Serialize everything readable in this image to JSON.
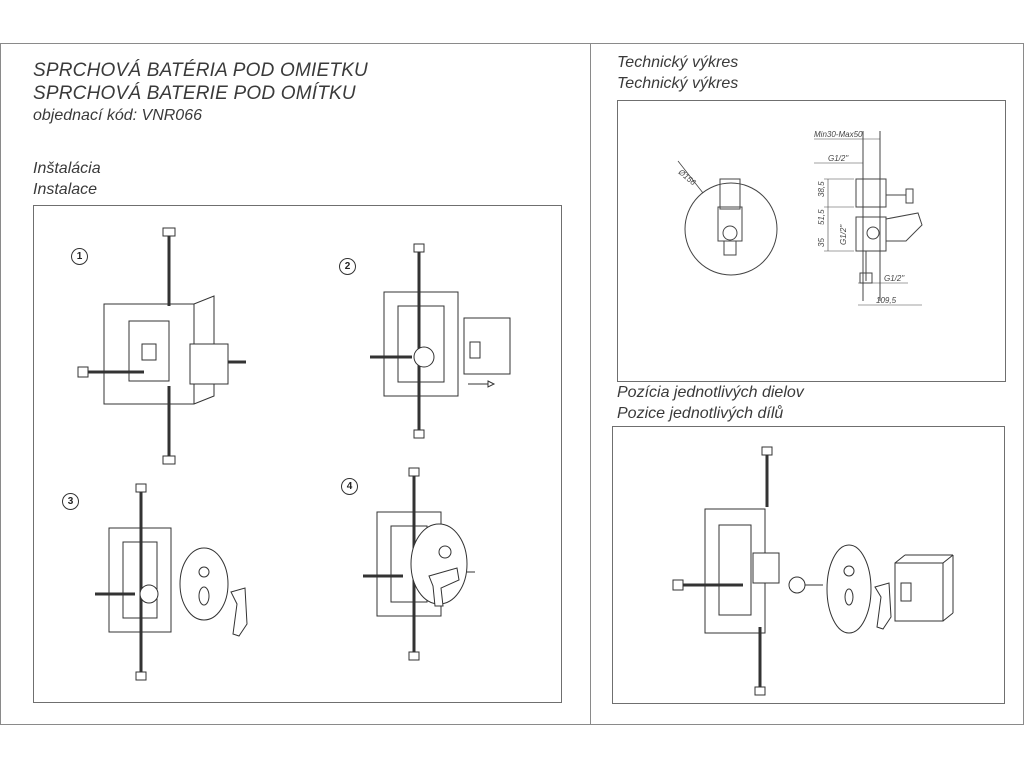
{
  "header": {
    "title_sk": "SPRCHOVÁ BATÉRIA POD OMIETKU",
    "title_cz": "SPRCHOVÁ BATERIE POD OMÍTKU",
    "order_code": "objednací kód: VNR066"
  },
  "installation": {
    "heading_sk": "Inštalácia",
    "heading_cz": "Instalace",
    "steps": [
      "1",
      "2",
      "3",
      "4"
    ]
  },
  "technical": {
    "heading_sk": "Technický výkres",
    "heading_cz": "Technický výkres",
    "dims": {
      "dia": "Ø156",
      "min_max": "Min30-Max50",
      "g_top": "G1/2\"",
      "g_side": "G1/2\"",
      "g_bottom": "G1/2\"",
      "d1": "38,5",
      "d2": "51,5",
      "d3": "35",
      "width": "109,5"
    }
  },
  "parts": {
    "heading_sk": "Pozícia jednotlivých dielov",
    "heading_cz": "Pozice jednotlivých dílů"
  }
}
